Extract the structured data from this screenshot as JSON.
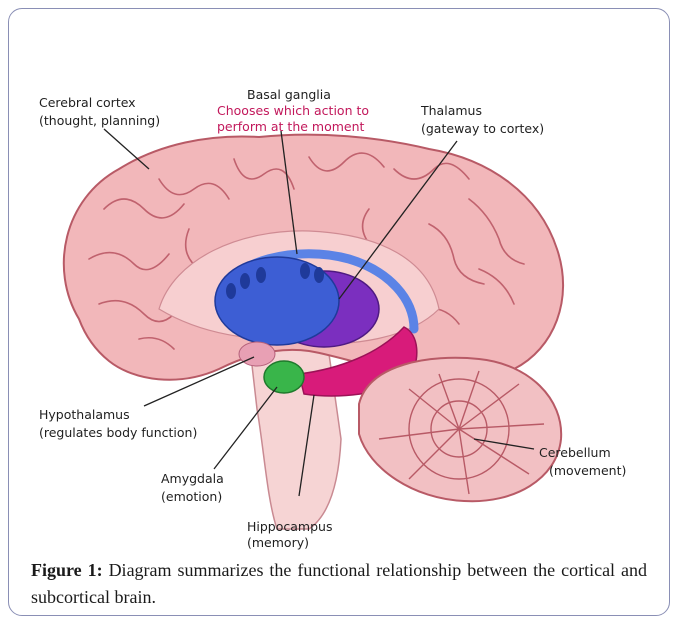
{
  "labels": {
    "cerebral_cortex": {
      "name": "Cerebral cortex",
      "desc": "(thought, planning)"
    },
    "basal_ganglia": {
      "name": "Basal ganglia",
      "desc_line1": "Chooses which action to",
      "desc_line2": "perform at the moment"
    },
    "thalamus": {
      "name": "Thalamus",
      "desc": "(gateway to cortex)"
    },
    "hypothalamus": {
      "name": "Hypothalamus",
      "desc": "(regulates body function)"
    },
    "amygdala": {
      "name": "Amygdala",
      "desc": "(emotion)"
    },
    "hippocampus": {
      "name": "Hippocampus",
      "desc": "(memory)"
    },
    "cerebellum": {
      "name": "Cerebellum",
      "desc": "(movement)"
    }
  },
  "caption": {
    "label": "Figure 1:",
    "text": " Diagram summarizes the functional relationship between the cortical and subcortical brain."
  },
  "colors": {
    "cortex": "#f1b5b8",
    "cortex_outline": "#b85a66",
    "basal_ganglia": "#3d5ed4",
    "thalamus": "#7b2fbf",
    "hippocampus": "#d81b7a",
    "amygdala": "#39b54a",
    "caption_accent": "#c2185b"
  }
}
